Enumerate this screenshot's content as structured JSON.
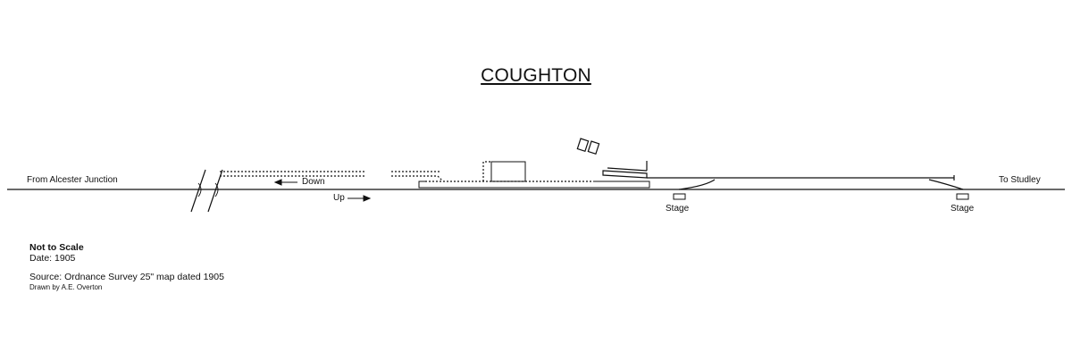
{
  "title": "COUGHTON",
  "labels": {
    "from": "From Alcester Junction",
    "to": "To Studley",
    "down": "Down",
    "up": "Up",
    "stage_left": "Stage",
    "stage_right": "Stage"
  },
  "notes": {
    "scale": "Not to Scale",
    "date": "Date: 1905",
    "source": "Source: Ordnance Survey 25\" map dated 1905",
    "drawn_by": "Drawn by A.E. Overton"
  }
}
